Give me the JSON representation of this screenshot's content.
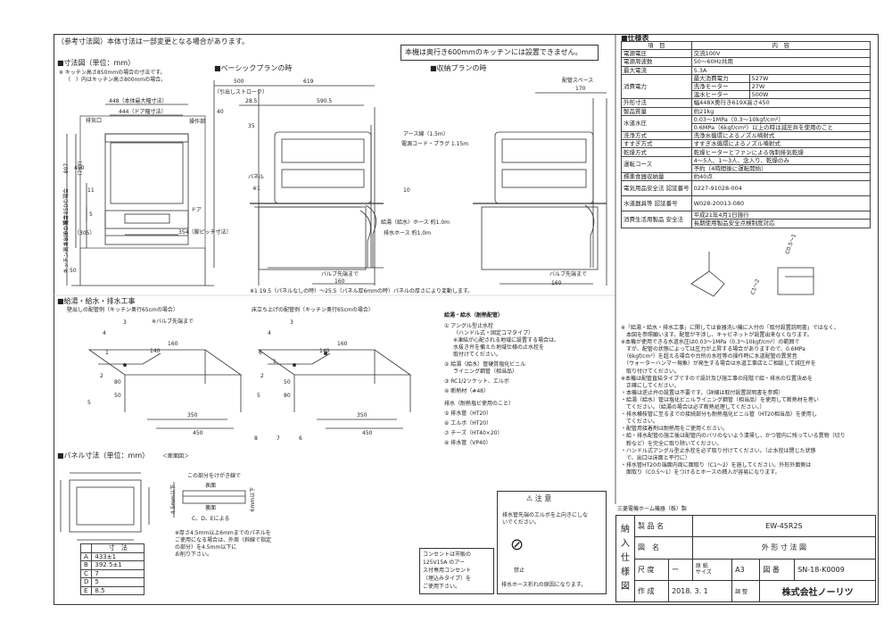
{
  "header": {
    "reference": "（参考寸法図）本体寸法は一部変更となる場合があります。",
    "kitchen_note": "本機は奥行き600mmのキッチンには設置できません。"
  },
  "dims": {
    "title": "■寸法図（単位：mm）",
    "note1": "※ キッチン高さ850mmの場合の寸法です。",
    "note2": "（　）内はキッチン高さ800mmの場合。",
    "w448": "448（本体最大幅寸法）",
    "w444": "444（ドア幅寸法）",
    "exhaust": "排気口",
    "control": "操作部",
    "door": "ドア",
    "pitch": "354（脚ピッチ寸法）",
    "v807": "807",
    "v757": "（757）",
    "v450": "450",
    "v11": "11",
    "v5": "5",
    "v305": "（305）",
    "v50": "50",
    "vert1": "キッチン高さ850の場合",
    "vert2": "キッチン高さ800の場合"
  },
  "base_plan": {
    "title": "■ベーシックプランの時",
    "d500": "500",
    "d619": "619",
    "pull": "（引出しストローク）",
    "d285": "28.5",
    "d5905": "590.5",
    "d40": "40",
    "d35": "35",
    "panel": "パネル",
    "star1": "※1",
    "earth": "アース線（1.5m）",
    "cord": "電源コード・プラグ 1.15m",
    "d10": "10",
    "hose_supply": "給湯（給水）ホース 約1.0m",
    "hose_drain": "排水ホース 約1.0m",
    "valve": "バルブ先端まで",
    "d160": "160",
    "footnote": "※1 19.5（パネルなしの時）〜25.5（パネル厚6mmの時）パネルの厚さにより変動します。"
  },
  "storage_plan": {
    "title": "■収納プランの時",
    "space": "配管スペース",
    "d170": "170",
    "valve": "バルブ先端まで",
    "d160": "160"
  },
  "piping": {
    "title": "■給湯・給水・排水工事",
    "sub_left": "壁出しの配管例（キッチン奥行65cmの場合）",
    "sub_right": "床立ち上げの配管例（キッチン奥行65cmの場合）",
    "valve_tip": "※バルブ先端まで",
    "dims_left": [
      "160",
      "140",
      "350",
      "450",
      "80",
      "50"
    ],
    "dims_right": [
      "160",
      "140",
      "350",
      "450",
      "50",
      "80"
    ],
    "nums_left": [
      "3",
      "4",
      "1",
      "2",
      "5"
    ],
    "nums_right": [
      "3",
      "4",
      "6",
      "1",
      "2",
      "5",
      "8",
      "7",
      "6"
    ]
  },
  "parts": {
    "header": "給湯・給水（耐熱配管）",
    "items": [
      {
        "n": "1",
        "lines": [
          "アングル型止水栓",
          "（ハンドル式・固定コマタイプ）",
          "※凍結が心配される地域に設置する場合は、",
          "水抜き弁を備えた地域仕様の止水栓を",
          "取付けてください。"
        ]
      },
      {
        "n": "2",
        "lines": [
          "給湯（給水）管硬質塩化ビニル",
          "ライニング鋼管（相当品）"
        ]
      },
      {
        "n": "3",
        "lines": [
          "RC1/2ソケット、エルボ"
        ]
      },
      {
        "n": "4",
        "lines": [
          "断熱材（#48）"
        ]
      }
    ],
    "drain_header": "排水（耐熱塩ビ使用のこと）",
    "drain_items": [
      {
        "n": "5",
        "label": "排水管（HT20）"
      },
      {
        "n": "6",
        "label": "エルボ（HT20）"
      },
      {
        "n": "7",
        "label": "チーズ（HT40×20）"
      },
      {
        "n": "8",
        "label": "排水管（VP40）"
      }
    ]
  },
  "panel": {
    "title": "■パネル寸法（単位：mm）",
    "section": "＜断面図＞",
    "guide": "この部分をけがき線で",
    "front": "表面",
    "back": "裏面",
    "cde": "C、D、Eによる",
    "thick": "4.5mm以下",
    "thick6": "6mm以下",
    "note": [
      "※厚さ4.5mm以上6mmまでのパネルを",
      "ご使用になる場合は、外周（斜線で指定",
      "の部分）を4.5mm以下に",
      "お削り下さい。"
    ],
    "table_header": "寸　法",
    "rows": [
      {
        "k": "A",
        "v": "433±1"
      },
      {
        "k": "B",
        "v": "392.5±1"
      },
      {
        "k": "C",
        "v": "7"
      },
      {
        "k": "D",
        "v": "5"
      },
      {
        "k": "E",
        "v": "8.5"
      }
    ]
  },
  "outlet": [
    "コンセントは市販の",
    "125V15A のアー",
    "ス付専用コンセント",
    "（埋込みタイプ）を",
    "ご使用下さい。"
  ],
  "caution": {
    "title": "注 意",
    "text1": [
      "排水管先端のエルボを上向きにしな",
      "いでください。"
    ],
    "prohibit": "禁止",
    "text2": "排水ホース折れの原因になります。"
  },
  "spec": {
    "title": "■仕様表",
    "h_item": "項　目",
    "h_content": "内　容",
    "rows": [
      {
        "k": "電源電圧",
        "v": "交流100V"
      },
      {
        "k": "電源周波数",
        "v": "50〜60Hz共用"
      },
      {
        "k": "最大電流",
        "v": "5.3A"
      },
      {
        "k": "消費電力",
        "sub": [
          [
            "最大消費電力",
            "527W"
          ],
          [
            "洗浄モーター",
            "27W"
          ],
          [
            "温水ヒーター",
            "500W"
          ]
        ]
      },
      {
        "k": "外形寸法",
        "v": "幅448X奥行き619X高さ450"
      },
      {
        "k": "製品質量",
        "v": "約21kg"
      },
      {
        "k": "水道水圧",
        "v": "0.03〜1MPa（0.3〜10kgf/cm²）",
        "v2": "0.6MPa（6kgf/cm²）以上の時は減圧弁を使用のこと"
      },
      {
        "k": "洗浄方式",
        "v": "洗浄水循環によるノズル噴射式"
      },
      {
        "k": "すすぎ方式",
        "v": "すすぎ水循環によるノズル噴射式"
      },
      {
        "k": "乾燥方式",
        "v": "乾燥ヒーターとファンによる強制排気乾燥"
      },
      {
        "k": "運転コース",
        "v": "4〜5人、1〜3人、念入り、乾燥のみ",
        "v2": "予約（4時間後に運転開始）"
      },
      {
        "k": "標準食器収納量",
        "v": "約40点"
      },
      {
        "k": "電気用品安全法\n認証番号",
        "v": "0227-91028-004"
      },
      {
        "k": "水道器具等\n認証番号",
        "v": "W028-20013-080"
      },
      {
        "k": "消費生活用製品\n安全法",
        "v": "平成21年4月1日施行",
        "v2": "長期使用製品安全点検制度対応"
      }
    ]
  },
  "chamfer": {
    "c1": "C0.5〜1",
    "c2": "C1〜2"
  },
  "notes": [
    "※「給湯・給水・排水工事」に関しては食器洗い機に入付の「取付設置説明書」ではなく、",
    "　本図を参照願います。配管が干渉し、キャビネットが設置出来なくなります。",
    "※本機が使用できる水道水圧は0.03〜1MPa（0.3〜10kgf/cm²）の範囲で",
    "　すが、配管の状態によっては圧力が上昇する場合がありますので、0.6MPa",
    "　（6kgf/cm²）を超える場合や台所の水栓等の操作時に水道配管の異常音",
    "　（ウォーターハンマー現象）が発生する場合は水道工事店とご相談して減圧弁を",
    "　取り付けてください。",
    "※本機は配管直結タイプですので設計及び施工事の段階で給・排水の位置決めを",
    "　正確にしてください。",
    "・本機は逆止弁の設置は不要です。（詳細は取付設置説明書を参照）",
    "・給湯（給水）管は塩化ビニルライニング鋼管（相当品）を使用して断熱材を巻い",
    "　てください。（給湯の場合は必ず断熱処理してください。）",
    "・排水横枝管に至るまでの接続部分も耐熱塩化ビニル管（HT20相当品）を使用し",
    "　てください。",
    "・配管用接着剤は耐熱用をご使用ください。",
    "・給・排水配管の施工後は配管内のバリのないよう清掃し、かつ管内に残っている異物（切り",
    "　粉など）を完全に取り除いてください。",
    "・ハンドル式アングル型止水栓を必ず取り付けてください。（止水栓は閉じた状態",
    "　で、出口は床面と平行に）",
    "・排水管HT20の端面内周に面取り（C1〜2）を施してください。外形外面側は",
    "　面取り（C0.5〜1）をつけるとホースの挿入が容易になります。"
  ],
  "maker": "三菱電機ホーム機器（株）製",
  "title_block": {
    "side": [
      "納",
      "入",
      "仕",
      "様",
      "図"
    ],
    "product_label": "製 品 名",
    "product": "EW-45R2S",
    "drawing_label": "図　名",
    "drawing": "外 形 寸 法 図",
    "scale_label": "尺 度",
    "scale": "ー",
    "paper_label": "原 紙\nサイズ",
    "paper": "A3",
    "number_label": "図 番",
    "number": "SN-18-K0009",
    "made_label": "作 成",
    "date": "2018. 3. 1",
    "adjust_label": "調 整",
    "company": "株式会社ノーリツ"
  }
}
